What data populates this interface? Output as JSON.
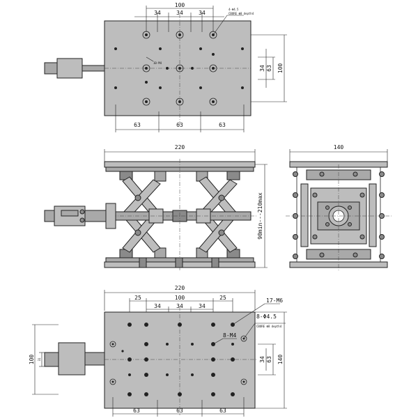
{
  "top_view": {
    "dim_top_overall": "100",
    "dim_top_pitch": [
      "34",
      "34",
      "34"
    ],
    "dim_bottom": [
      "63",
      "63",
      "63"
    ],
    "dim_right_inner": "34",
    "dim_right_inner2": "63",
    "dim_right_outer": "100",
    "note_hole": "4-Φ4.5",
    "note_cbore": "CBORE Φ8 depth4",
    "note_small": "10-M4"
  },
  "front_view": {
    "dim_width": "220",
    "dim_height": "90min---210max"
  },
  "side_view": {
    "dim_width": "140"
  },
  "bottom_view": {
    "dim_top_overall": "220",
    "dim_top_inner": "100",
    "dim_top_pitch": [
      "25",
      "34",
      "34",
      "34",
      "25"
    ],
    "dim_bottom": [
      "63",
      "63",
      "63"
    ],
    "dim_right_inner": "34",
    "dim_right_inner2": "63",
    "dim_right_outer": "140",
    "dim_left_outer": "100",
    "dim_left_inner": "31",
    "note_m6": "17-M6",
    "note_hole": "8-Φ4.5",
    "note_cbore": "CBORE Φ8 depth4",
    "note_m4": "8-M4"
  }
}
